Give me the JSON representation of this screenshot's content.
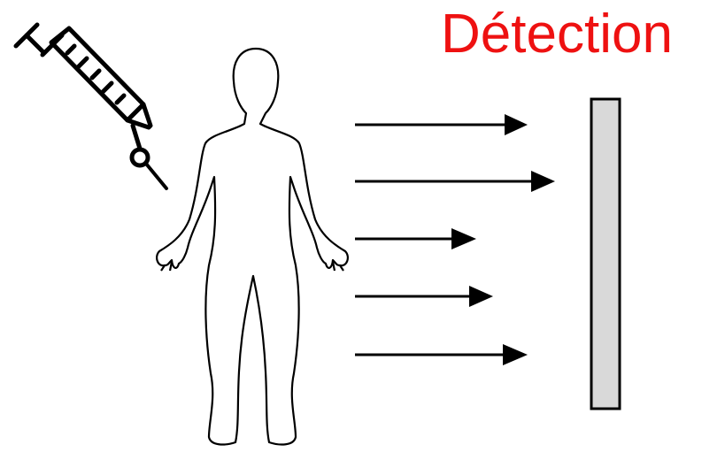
{
  "title": {
    "text": "Détection",
    "color": "#ee1111"
  },
  "icons": {
    "syringe": "syringe-icon",
    "human": "human-body-icon",
    "detector": "detector-plate"
  },
  "colors": {
    "line": "#000000",
    "detector_fill": "#d9d9d9"
  },
  "arrows": {
    "count": 5
  }
}
